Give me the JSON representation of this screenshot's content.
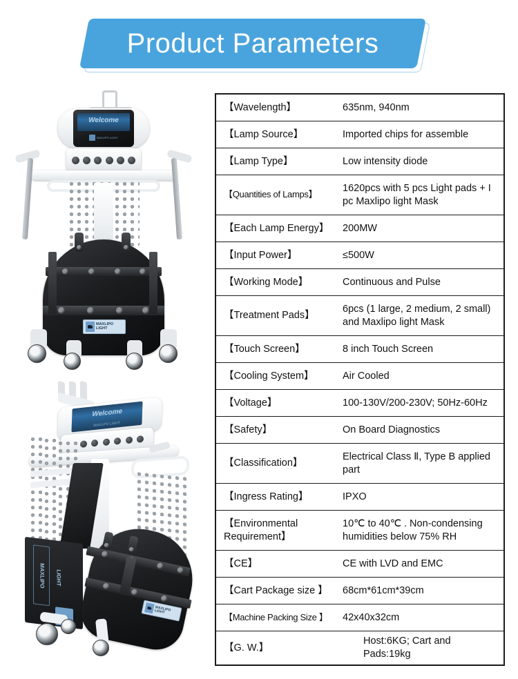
{
  "header": {
    "title": "Product Parameters",
    "banner_color": "#49a4dd",
    "banner_outline_color": "#a8d3ef",
    "text_color": "#ffffff"
  },
  "products": [
    {
      "name": "maxlipo-light-machine-front-view",
      "screen_text": "Welcome",
      "screen_subtext": "MAXLIPO LIGHT",
      "badge_text_line1": "MAXLIPO",
      "badge_text_line2": "LIGHT"
    },
    {
      "name": "maxlipo-light-machine-angled-view",
      "screen_text": "Welcome",
      "screen_subtext": "MAXLIPO LIGHT",
      "badge_text_line1": "MAXLIPO",
      "badge_text_line2": "LIGHT",
      "panel_text_line1": "MAXLIPO",
      "panel_text_line2": "LIGHT"
    }
  ],
  "table": {
    "rows": [
      {
        "key": "【Wavelength】",
        "value": "635nm, 940nm"
      },
      {
        "key": "【Lamp Source】",
        "value": "Imported chips for assemble"
      },
      {
        "key": "【Lamp Type】",
        "value": "Low intensity diode"
      },
      {
        "key": "【Quantities of Lamps】",
        "value": "1620pcs with 5 pcs Light pads + I pc Maxlipo light Mask"
      },
      {
        "key": "【Each Lamp Energy】",
        "value": "200MW"
      },
      {
        "key": "【Input Power】",
        "value": "≤500W"
      },
      {
        "key": "【Working Mode】",
        "value": "Continuous and Pulse"
      },
      {
        "key": "【Treatment Pads】",
        "value": "6pcs (1 large, 2 medium, 2 small) and Maxlipo light Mask"
      },
      {
        "key": "【Touch Screen】",
        "value": "8 inch Touch Screen"
      },
      {
        "key": "【Cooling System】",
        "value": "Air Cooled"
      },
      {
        "key": "【Voltage】",
        "value": "100-130V/200-230V; 50Hz-60Hz"
      },
      {
        "key": "【Safety】",
        "value": "On Board Diagnostics"
      },
      {
        "key": "【Classification】",
        "value": "Electrical Class Ⅱ, Type B applied part"
      },
      {
        "key": "【Ingress Rating】",
        "value": "IPXO"
      },
      {
        "key": "【Environmental Requirement】",
        "value": "10℃ to 40℃ . Non-condensing humidities below 75% RH"
      },
      {
        "key": "【CE】",
        "value": "CE with LVD and EMC"
      },
      {
        "key": "【Cart Package size 】",
        "value": "68cm*61cm*39cm"
      },
      {
        "key": "【Machine Packing Size 】",
        "value": "42x40x32cm"
      },
      {
        "key": "【G. W.】",
        "value": "Host:6KG; Cart and Pads:19kg"
      }
    ]
  }
}
